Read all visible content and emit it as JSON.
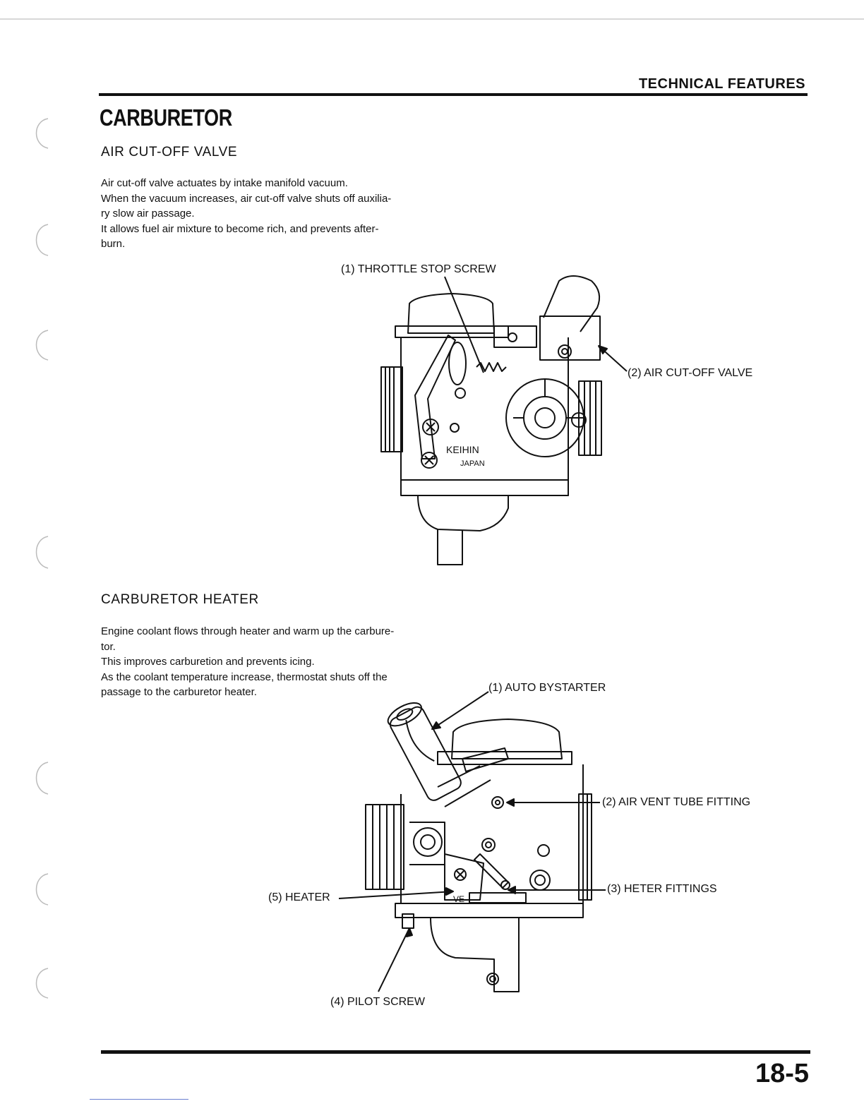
{
  "header": {
    "section": "TECHNICAL FEATURES"
  },
  "page_title": "CARBURETOR",
  "air_cutoff": {
    "heading": "AIR CUT-OFF VALVE",
    "lines": [
      "Air cut-off valve actuates by intake manifold vacuum.",
      "When the vacuum increases, air cut-off valve shuts off auxilia-",
      "ry slow air passage.",
      "It allows fuel air mixture to become rich, and prevents after-",
      "burn."
    ],
    "figure": {
      "callouts": {
        "c1": "(1) THROTTLE STOP SCREW",
        "c2": "(2) AIR CUT-OFF VALVE"
      },
      "logo_text": "KEIHIN",
      "logo_sub": "JAPAN"
    }
  },
  "heater": {
    "heading": "CARBURETOR HEATER",
    "lines": [
      "Engine coolant flows through heater and warm up the carbure-",
      "tor.",
      "This improves carburetion and prevents icing.",
      "As the coolant temperature increase, thermostat shuts off the",
      "passage to the carburetor heater."
    ],
    "figure": {
      "callouts": {
        "c1": "(1) AUTO BYSTARTER",
        "c2": "(2) AIR VENT TUBE FITTING",
        "c3": "(3) HETER FITTINGS",
        "c4": "(4) PILOT SCREW",
        "c5": "(5) HEATER"
      },
      "plate_text": "VE"
    }
  },
  "footer": {
    "page_number": "18-5"
  }
}
